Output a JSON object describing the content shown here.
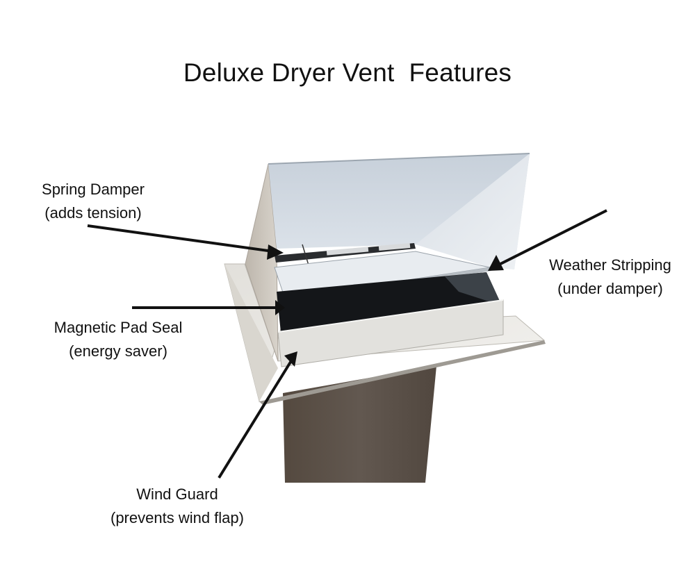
{
  "title": "Deluxe Dryer Vent  Features",
  "product": {
    "name": "dryer vent hood",
    "colors": {
      "hood_exterior": "#c9c4bc",
      "hood_interior": "#cdd6e0",
      "damper_plate": "#e6ebf0",
      "magnetic_pad": "#15171a",
      "wind_guard": "#e3e2de",
      "flange": "#ecebe7",
      "duct_tail": "#5c524b",
      "arrow": "#111111"
    }
  },
  "callouts": [
    {
      "id": "spring-damper",
      "title": "Spring Damper",
      "subtitle": "(adds tension)"
    },
    {
      "id": "weather-stripping",
      "title": "Weather Stripping",
      "subtitle": "(under damper)"
    },
    {
      "id": "magnetic-pad-seal",
      "title": "Magnetic Pad Seal",
      "subtitle": "(energy saver)"
    },
    {
      "id": "wind-guard",
      "title": "Wind Guard",
      "subtitle": "(prevents wind flap)"
    }
  ]
}
